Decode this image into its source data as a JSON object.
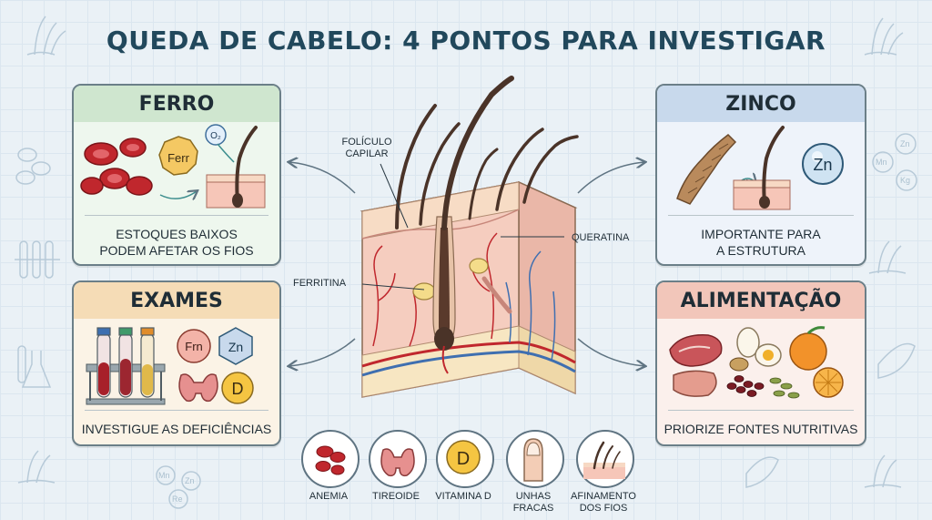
{
  "title": "QUEDA DE CABELO: 4 PONTOS PARA INVESTIGAR",
  "cards": {
    "ferro": {
      "title": "FERRO",
      "caption_line1": "ESTOQUES BAIXOS",
      "caption_line2": "PODEM AFETAR OS FIOS",
      "badge_ferr": "Ferr",
      "badge_o2": "O₂"
    },
    "zinco": {
      "title": "ZINCO",
      "caption_line1": "IMPORTANTE PARA",
      "caption_line2": "A ESTRUTURA",
      "badge_zn": "Zn"
    },
    "exames": {
      "title": "EXAMES",
      "caption": "INVESTIGUE AS DEFICIÊNCIAS",
      "badge_frn": "Frn",
      "badge_zn": "Zn",
      "badge_d": "D"
    },
    "alimentacao": {
      "title": "ALIMENTAÇÃO",
      "caption": "PRIORIZE FONTES NUTRITIVAS"
    }
  },
  "center": {
    "folliculo_line1": "FOLÍCULO",
    "folliculo_line2": "CAPILAR",
    "queratina": "QUERATINA",
    "ferritina": "FERRITINA"
  },
  "bottom_icons": [
    {
      "label1": "ANEMIA",
      "label2": ""
    },
    {
      "label1": "TIREOIDE",
      "label2": ""
    },
    {
      "label1": "VITAMINA D",
      "label2": "",
      "glyph": "D"
    },
    {
      "label1": "UNHAS",
      "label2": "FRACAS"
    },
    {
      "label1": "AFINAMENTO",
      "label2": "DOS FIOS"
    }
  ],
  "background_badges": {
    "zn": "Zn",
    "mn": "Mn",
    "kg": "Kg",
    "mn2": "Mn",
    "zn2": "Zn",
    "re": "Re"
  },
  "colors": {
    "title": "#21485c",
    "ferro_head": "#cfe6cf",
    "zinco_head": "#c8d9ec",
    "exames_head": "#f5dcb6",
    "alimentacao_head": "#f2c6ba",
    "blood": "#c0272d",
    "hair": "#4a3328"
  }
}
